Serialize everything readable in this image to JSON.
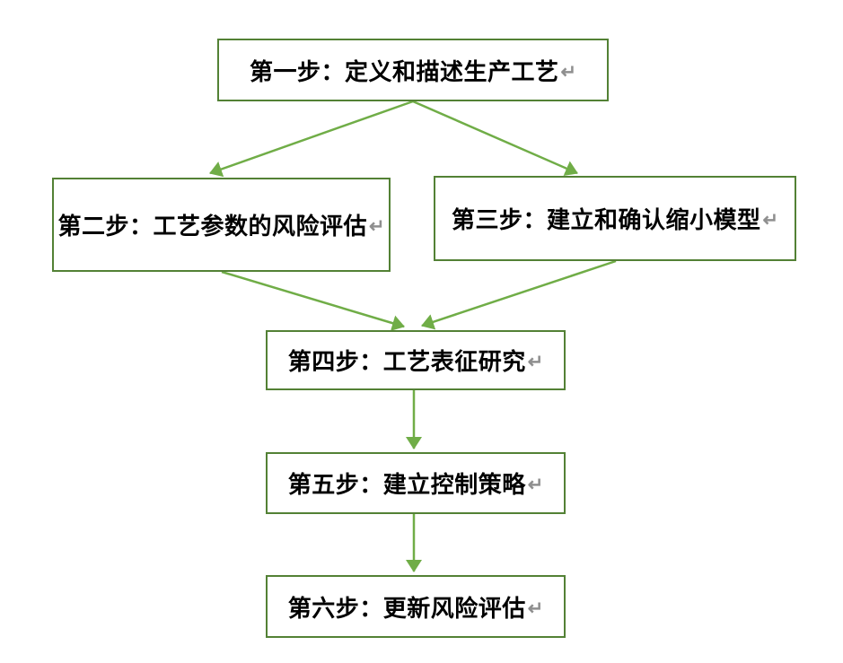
{
  "diagram": {
    "type": "flowchart",
    "direction": "top-down",
    "return_mark": "↵",
    "colors": {
      "background": "#ffffff",
      "box_border": "#538135",
      "arrow": "#70AD47",
      "text": "#000000",
      "return_mark": "#8f8f8f"
    },
    "boxes": [
      {
        "id": "step1",
        "label": "第一步：定义和描述生产工艺"
      },
      {
        "id": "step2",
        "label": "第二步：工艺参数的风险评估"
      },
      {
        "id": "step3",
        "label": "第三步：建立和确认缩小模型"
      },
      {
        "id": "step4",
        "label": "第四步：工艺表征研究"
      },
      {
        "id": "step5",
        "label": "第五步：建立控制策略"
      },
      {
        "id": "step6",
        "label": "第六步：更新风险评估"
      }
    ],
    "edges": [
      {
        "from": "step1",
        "to": "step2"
      },
      {
        "from": "step1",
        "to": "step3"
      },
      {
        "from": "step2",
        "to": "step4"
      },
      {
        "from": "step3",
        "to": "step4"
      },
      {
        "from": "step4",
        "to": "step5"
      },
      {
        "from": "step5",
        "to": "step6"
      }
    ]
  }
}
